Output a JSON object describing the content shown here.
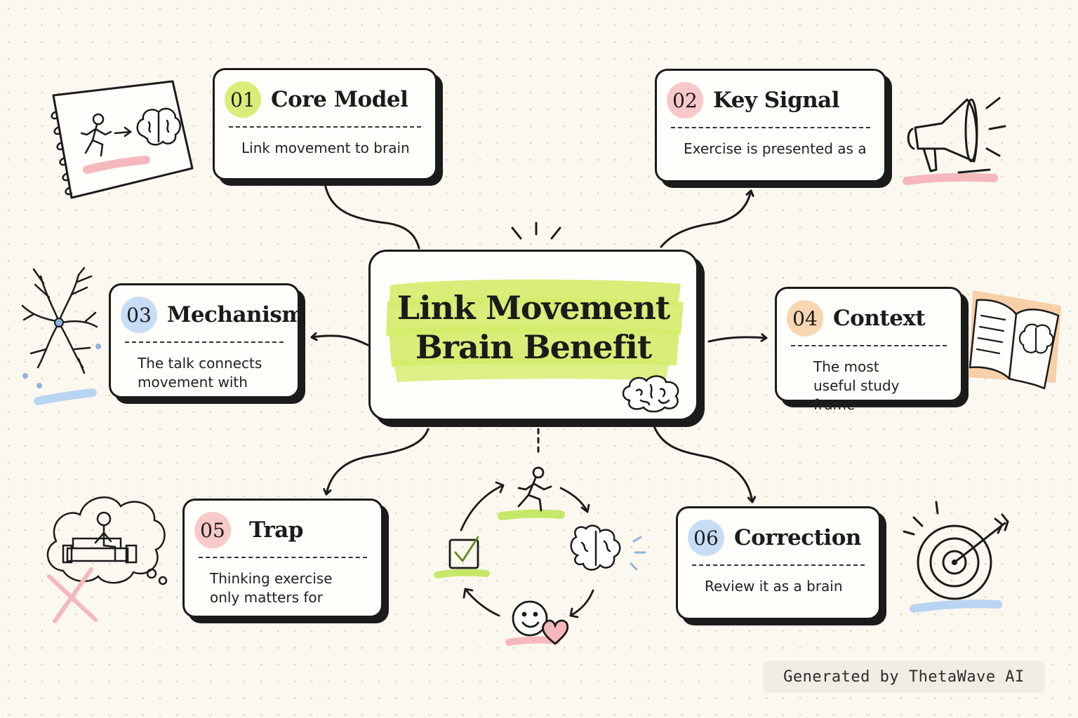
{
  "diagram": {
    "center": {
      "title_line1": "Link Movement",
      "title_line2": "Brain Benefit"
    },
    "nodes": [
      {
        "num": "01",
        "title": "Core Model",
        "body": "Link movement to brain",
        "badge_color": "#d9ee7a"
      },
      {
        "num": "02",
        "title": "Key Signal",
        "body": "Exercise is presented as a",
        "badge_color": "#f8c9c9"
      },
      {
        "num": "03",
        "title": "Mechanism",
        "body": "The talk connects movement with",
        "badge_color": "#c7ddf6"
      },
      {
        "num": "04",
        "title": "Context",
        "body": "The most useful study frame",
        "badge_color": "#f8d6b2"
      },
      {
        "num": "05",
        "title": "Trap",
        "body": "Thinking exercise only matters for",
        "badge_color": "#f8c9c9"
      },
      {
        "num": "06",
        "title": "Correction",
        "body": "Review it as a brain",
        "badge_color": "#c7ddf6"
      }
    ]
  },
  "icons": [
    "notebook-runner-brain-icon",
    "megaphone-icon",
    "neuron-icon",
    "open-book-brain-icon",
    "thought-bubble-couch-icon",
    "cross-icon",
    "cycle-icon",
    "runner-icon",
    "brain-icon",
    "smiley-heart-icon",
    "checkbox-icon",
    "target-arrow-icon"
  ],
  "colors": {
    "accent_green": "#d4ec6a",
    "accent_pink": "#f5b8bd",
    "accent_blue": "#b8d4f2",
    "accent_orange": "#f6c89c",
    "ink": "#1b1b1b",
    "background": "#fbf8ef"
  },
  "footer": {
    "text": "Generated by ThetaWave AI"
  }
}
